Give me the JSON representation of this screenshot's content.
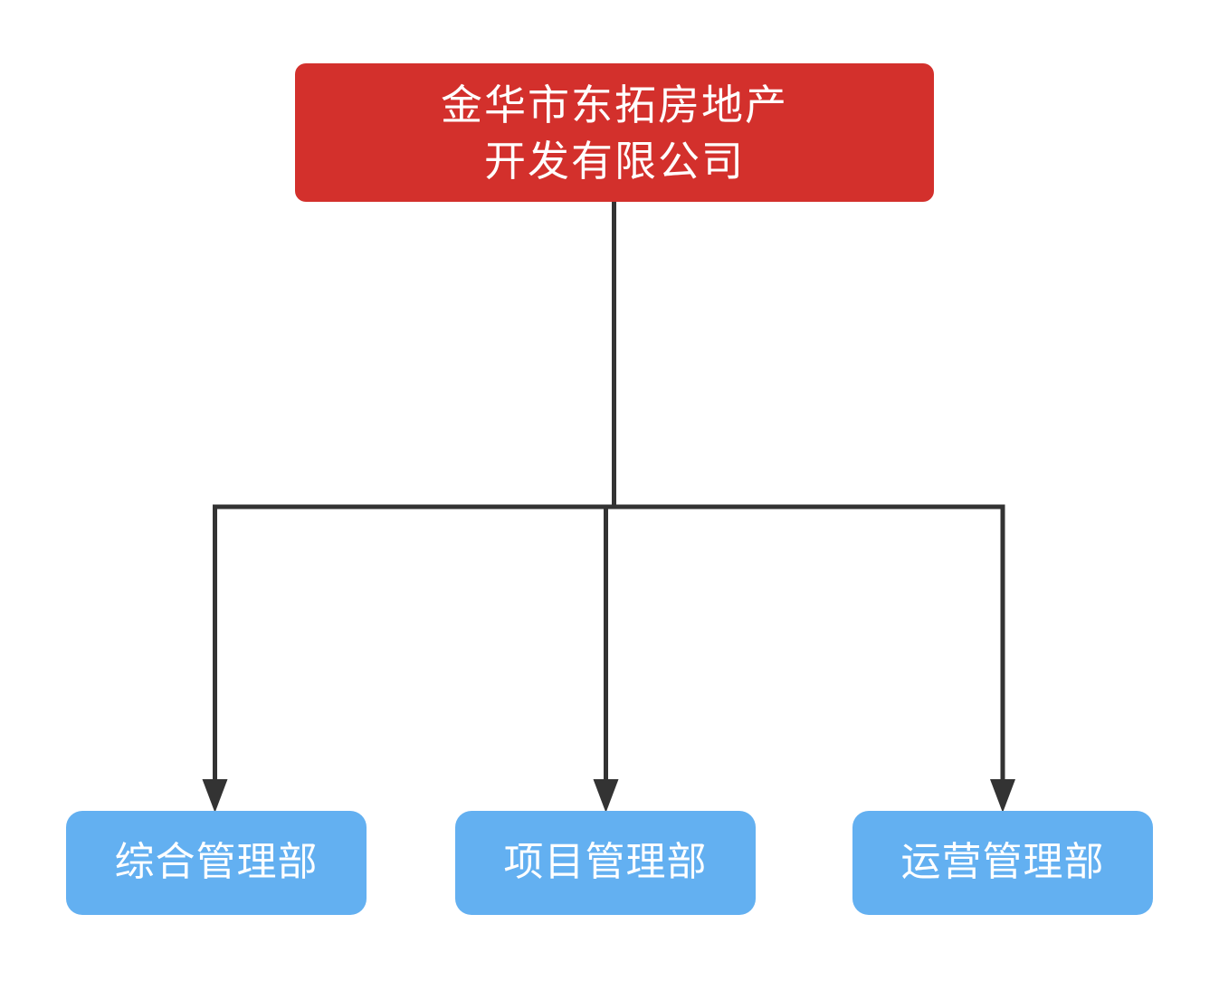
{
  "chart": {
    "type": "org-chart",
    "background": "#ffffff",
    "connector_color": "#333333",
    "root": {
      "line1": "金华市东拓房地产",
      "line2": "开发有限公司",
      "fill": "#d3302c",
      "text_color": "#ffffff"
    },
    "departments": [
      {
        "label": "综合管理部",
        "fill": "#63b0f1",
        "text_color": "#ffffff"
      },
      {
        "label": "项目管理部",
        "fill": "#63b0f1",
        "text_color": "#ffffff"
      },
      {
        "label": "运营管理部",
        "fill": "#63b0f1",
        "text_color": "#ffffff"
      }
    ]
  }
}
